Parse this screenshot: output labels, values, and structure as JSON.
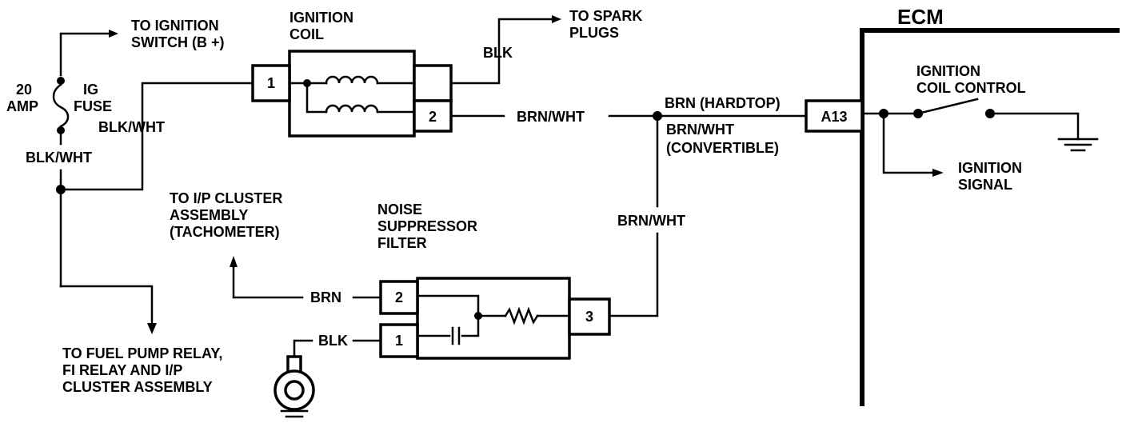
{
  "ecm": {
    "title": "ECM",
    "pin": "A13"
  },
  "power": {
    "to_ignition_switch": [
      "TO IGNITION",
      "SWITCH (B +)"
    ],
    "fuse_amp": [
      "20",
      "AMP"
    ],
    "fuse_name": [
      "IG",
      "FUSE"
    ],
    "wire_upper": "BLK/WHT",
    "wire_lower": "BLK/WHT",
    "to_fuel_pump": [
      "TO FUEL PUMP RELAY,",
      "FI RELAY AND I/P",
      "CLUSTER ASSEMBLY"
    ]
  },
  "ignition_coil": {
    "title": [
      "IGNITION",
      "COIL"
    ],
    "pin1": "1",
    "pin2": "2",
    "output_wire": "BLK",
    "to_spark_plugs": [
      "TO SPARK",
      "PLUGS"
    ]
  },
  "control_wire": {
    "coil_side": "BRN/WHT",
    "hardtop": "BRN (HARDTOP)",
    "convertible": [
      "BRN/WHT",
      "(CONVERTIBLE)"
    ],
    "to_filter": "BRN/WHT"
  },
  "ecm_internal": {
    "control_label": [
      "IGNITION",
      "COIL CONTROL"
    ],
    "signal_label": [
      "IGNITION",
      "SIGNAL"
    ]
  },
  "noise_filter": {
    "title": [
      "NOISE",
      "SUPPRESSOR",
      "FILTER"
    ],
    "pin1": "1",
    "pin2": "2",
    "pin3": "3",
    "wire_pin2": "BRN",
    "wire_pin1": "BLK",
    "to_cluster": [
      "TO I/P CLUSTER",
      "ASSEMBLY",
      "(TACHOMETER)"
    ]
  }
}
